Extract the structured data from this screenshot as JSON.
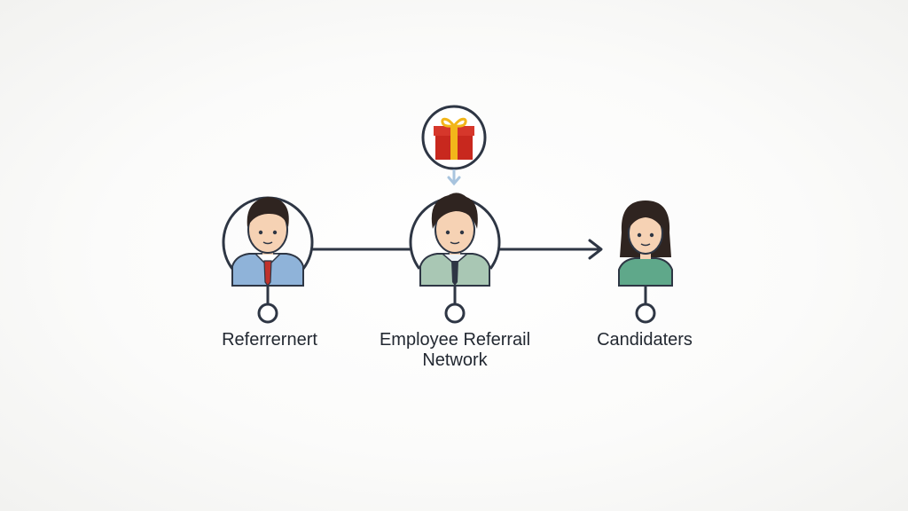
{
  "nodes": {
    "referrer": {
      "label": "Referrernert"
    },
    "network": {
      "label_line1": "Employee Referrail",
      "label_line2": "Network"
    },
    "candidates": {
      "label": "Candidaters"
    }
  },
  "icons": {
    "reward": "gift-icon",
    "referrer": "businessman-avatar-icon",
    "network": "employee-avatar-icon",
    "candidate": "woman-avatar-icon"
  },
  "colors": {
    "line": "#2e3644",
    "gift_box": "#c8281e",
    "gift_ribbon": "#f2b61a",
    "referrer_suit": "#8fb3d9",
    "referrer_tie": "#c0322b",
    "network_shirt": "#a9c7b4",
    "candidate_top": "#5fa88a",
    "skin": "#f6d2b4",
    "hair": "#2f2420",
    "arrow_hint": "#a8c4de"
  }
}
